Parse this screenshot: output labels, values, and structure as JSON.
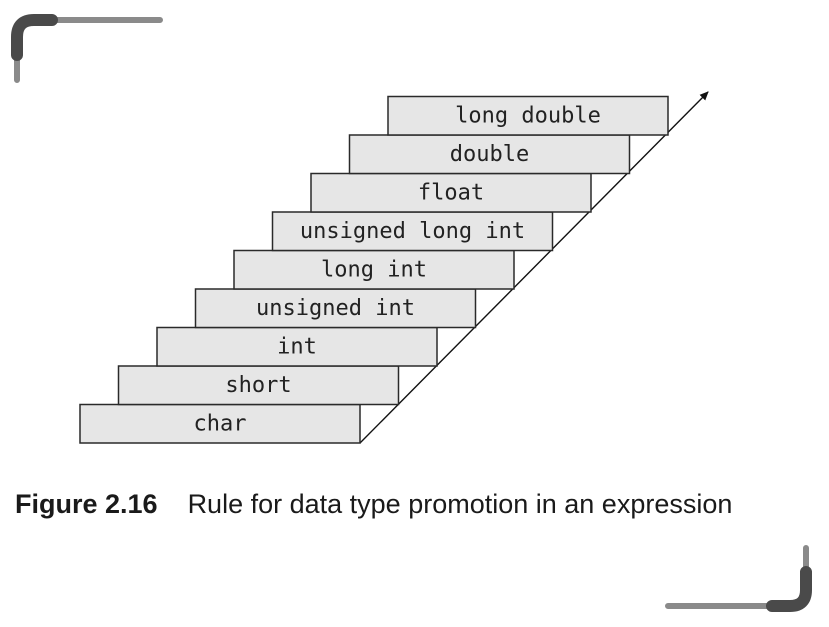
{
  "diagram": {
    "steps": [
      "char",
      "short",
      "int",
      "unsigned int",
      "long int",
      "unsigned long int",
      "float",
      "double",
      "long double"
    ]
  },
  "caption": {
    "number": "Figure 2.16",
    "text": "Rule for data type promotion in an expression"
  },
  "colors": {
    "step_fill": "#e6e6e6",
    "corner_mark": "#6f6f6f"
  }
}
